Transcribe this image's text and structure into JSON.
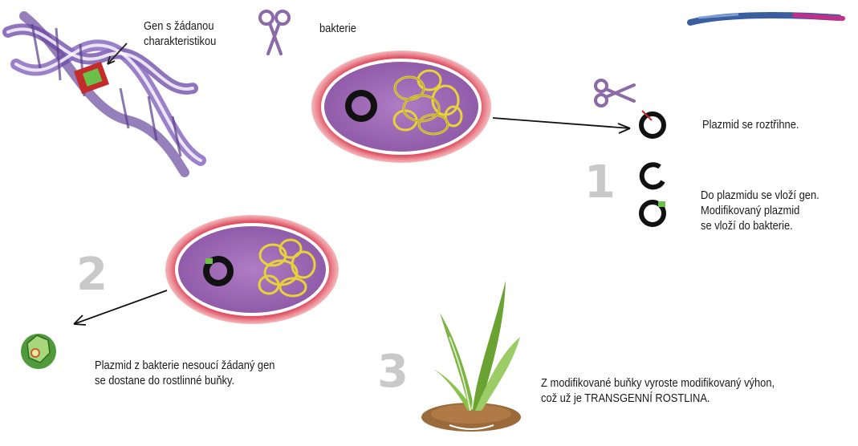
{
  "labels": {
    "gene": [
      "Gen s žádanou",
      "charakteristikou"
    ],
    "bacteria": "bakterie",
    "step1a": "Plazmid se roztřihne.",
    "step1b": [
      "Do plazmidu se vloží gen.",
      "Modifikovaný plazmid",
      "se vloží do bakterie."
    ],
    "step2": [
      "Plazmid z bakterie nesoucí žádaný gen",
      "se dostane do rostlinné buňky."
    ],
    "step3": [
      "Z modifikované buňky vyroste modifikovaný výhon,",
      "což už je TRANSGENNÍ ROSTLINA."
    ]
  },
  "step_numbers": {
    "one": "1",
    "two": "2",
    "three": "3"
  },
  "icons": {
    "dna": "dna-helix-icon",
    "scissors": "scissors-icon",
    "bacterium": "bacterium-icon",
    "plasmid": "plasmid-icon",
    "plant_cell": "plant-cell-icon",
    "seedling": "seedling-icon"
  },
  "colors": {
    "dna": "#7b5cb0",
    "gene_highlight": "#6cc04a",
    "cut_red": "#c42b2b",
    "bacterium_fill": "#9a64b0",
    "bacterium_rim": "#d83a4e",
    "chromosome": "#e8d23a",
    "plasmid": "#111111",
    "step_number": "#c9c9c9",
    "leaf_green": "#7cb342",
    "soil": "#9a6a3a"
  }
}
